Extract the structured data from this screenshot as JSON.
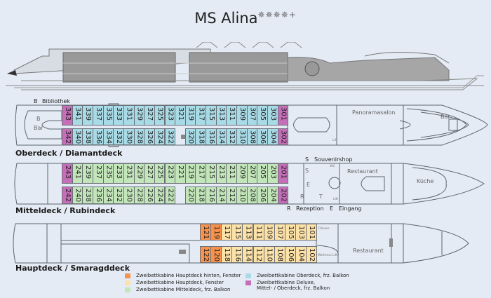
{
  "title": {
    "name": "MS Alina",
    "rating": "✵✵✵✵+"
  },
  "colors": {
    "oberdeck": "#a9dbe6",
    "mitteldeck": "#c2e6b9",
    "hauptdeck": "#fde2a8",
    "hauptdeck_hinten": "#f7924d",
    "deluxe": "#c66fb9",
    "background": "#e4ebf4"
  },
  "decks": {
    "oberdeck": {
      "label": "Oberdeck / Diamantdeck",
      "top_row": [
        "343",
        "341",
        "339",
        "337",
        "335",
        "333",
        "331",
        "329",
        "327",
        "325",
        "323",
        "321",
        "319",
        "317",
        "315",
        "313",
        "311",
        "309",
        "307",
        "305",
        "303",
        "301"
      ],
      "bottom_row": [
        "342",
        "340",
        "338",
        "336",
        "334",
        "332",
        "330",
        "328",
        "326",
        "324",
        "322",
        "",
        "320",
        "318",
        "316",
        "314",
        "312",
        "310",
        "308",
        "306",
        "304",
        "302"
      ],
      "rooms": {
        "bar_aft": "Bar",
        "bar_aft_letter": "B",
        "panoramasalon": "Panoramasalon",
        "bar_bow": "Bar",
        "lift": "Lift"
      },
      "key": {
        "letter": "B",
        "text": "Bibliothek"
      }
    },
    "mitteldeck": {
      "label": "Mitteldeck / Rubindeck",
      "top_row": [
        "243",
        "241",
        "239",
        "237",
        "235",
        "233",
        "231",
        "229",
        "227",
        "225",
        "223",
        "221",
        "219",
        "217",
        "215",
        "213",
        "211",
        "209",
        "207",
        "205",
        "203",
        "201"
      ],
      "bottom_row": [
        "242",
        "240",
        "238",
        "236",
        "234",
        "232",
        "230",
        "228",
        "226",
        "224",
        "222",
        "",
        "220",
        "218",
        "216",
        "214",
        "212",
        "210",
        "208",
        "206",
        "204",
        "202"
      ],
      "rooms": {
        "restaurant": "Restaurant",
        "kueche": "Küche",
        "s": "S",
        "e": "E",
        "r": "R",
        "t": "T",
        "wc": "WC",
        "lift": "Lift"
      },
      "keys": [
        {
          "letter": "S",
          "text": "Souvenirshop"
        },
        {
          "letter": "R",
          "text": "Rezeption"
        },
        {
          "letter": "E",
          "text": "Eingang"
        }
      ]
    },
    "hauptdeck": {
      "label": "Hauptdeck / Smaragddeck",
      "top_row": [
        "121",
        "119",
        "117",
        "115",
        "113",
        "111",
        "109",
        "107",
        "105",
        "103",
        "101"
      ],
      "bottom_row": [
        "122",
        "120",
        "118",
        "116",
        "114",
        "112",
        "110",
        "108",
        "106",
        "104",
        "102"
      ],
      "rooms": {
        "fitness": "Fitness",
        "wellness": "Wellness",
        "lift": "Lift",
        "restaurant": "Restaurant"
      }
    }
  },
  "legend": [
    {
      "color": "#f7924d",
      "text": "Zweibettkabine Hauptdeck hinten, Fenster"
    },
    {
      "color": "#fde2a8",
      "text": "Zweibettkabine Hauptdeck, Fenster"
    },
    {
      "color": "#c2e6b9",
      "text": "Zweibettkabine Mitteldeck, frz. Balkon"
    },
    {
      "color": "#a9dbe6",
      "text": "Zweibettkabine Oberdeck, frz. Balkon"
    },
    {
      "color": "#c66fb9",
      "text": "Zweibettkabine Deluxe,",
      "text2": "Mittel- / Oberdeck, frz. Balkon"
    }
  ]
}
